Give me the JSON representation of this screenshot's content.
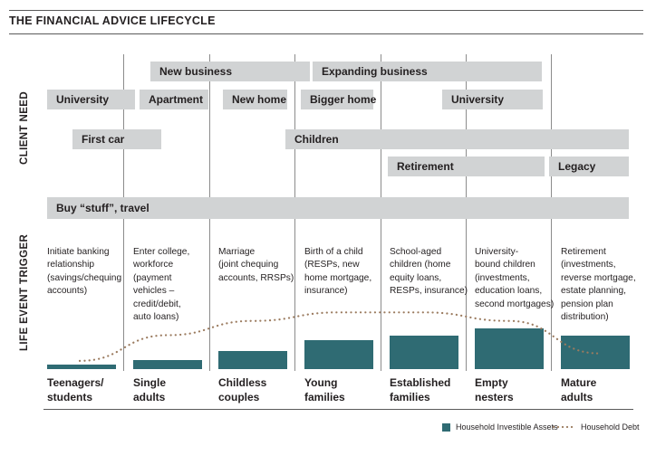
{
  "title": "THE FINANCIAL ADVICE LIFECYCLE",
  "side_labels": {
    "client_need": "CLIENT NEED",
    "life_event_trigger": "LIFE EVENT TRIGGER"
  },
  "client_needs": {
    "new_business": "New business",
    "expanding_business": "Expanding business",
    "university_1": "University",
    "apartment": "Apartment",
    "new_home": "New home",
    "bigger_home": "Bigger home",
    "university_2": "University",
    "first_car": "First car",
    "children": "Children",
    "retirement": "Retirement",
    "legacy": "Legacy",
    "buy_stuff": "Buy “stuff”, travel"
  },
  "columns": [
    {
      "trigger": "Initiate banking\nrelationship\n(savings/chequing\naccounts)",
      "stage": "Teenagers/\nstudents"
    },
    {
      "trigger": "Enter college,\nworkforce\n(payment\nvehicles –\ncredit/debit,\nauto loans)",
      "stage": "Single\nadults"
    },
    {
      "trigger": "Marriage\n(joint chequing\naccounts, RRSPs)",
      "stage": "Childless\ncouples"
    },
    {
      "trigger": "Birth of a child\n(RESPs, new\nhome mortgage,\ninsurance)",
      "stage": "Young\nfamilies"
    },
    {
      "trigger": "School-aged\nchildren (home\nequity loans,\nRESPs, insurance)",
      "stage": "Established\nfamilies"
    },
    {
      "trigger": "University-\nbound children\n(investments,\neducation loans,\nsecond mortgages)",
      "stage": "Empty\nnesters"
    },
    {
      "trigger": "Retirement\n(investments,\nreverse mortgage,\nestate planning,\npension plan\ndistribution)",
      "stage": "Mature\nadults"
    }
  ],
  "chart_data": {
    "type": "bar",
    "categories": [
      "Teenagers/students",
      "Single adults",
      "Childless couples",
      "Young families",
      "Established families",
      "Empty nesters",
      "Mature adults"
    ],
    "series": [
      {
        "name": "Household Investible Assets",
        "values": [
          1,
          2,
          4,
          6.5,
          7.5,
          9,
          7.5
        ],
        "color": "#2f6b73"
      },
      {
        "name": "Household Debt",
        "values": [
          0.5,
          5,
          7.5,
          9,
          9,
          7.5,
          1.8
        ],
        "style": "dotted",
        "color": "#9b7b5f"
      }
    ]
  },
  "legend": {
    "assets": "Household Investible Assets",
    "debt": "Household Debt"
  },
  "colors": {
    "bar_grey": "#d1d3d4",
    "asset_teal": "#2f6b73",
    "debt_brown": "#9b7b5f"
  }
}
